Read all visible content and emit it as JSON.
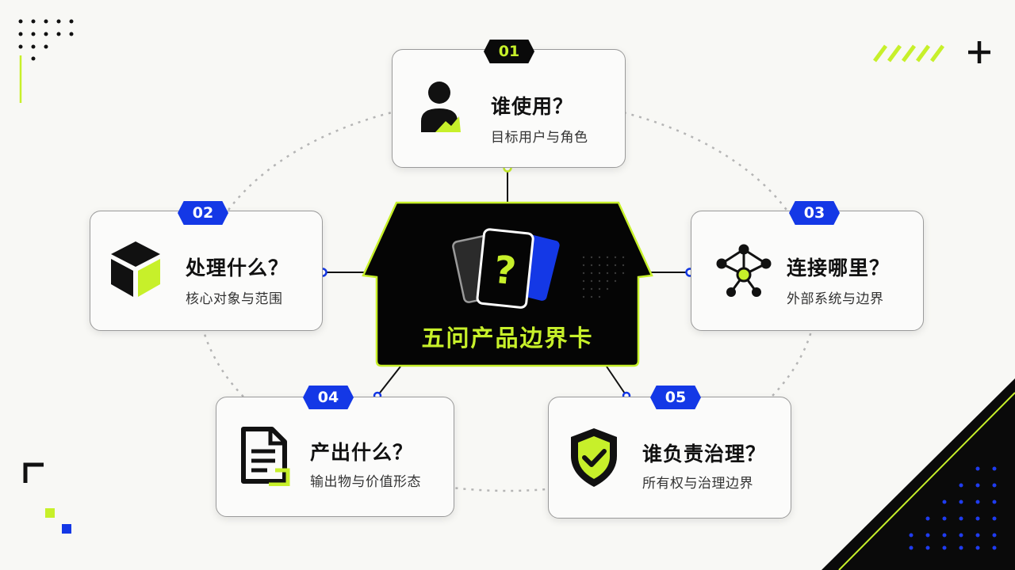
{
  "center": {
    "title": "五问产品边界卡",
    "icon": "question-cards-icon"
  },
  "questions": [
    {
      "number": "01",
      "title": "谁使用？",
      "subtitle": "目标用户与角色",
      "icon": "user-icon"
    },
    {
      "number": "02",
      "title": "处理什么？",
      "subtitle": "核心对象与范围",
      "icon": "cube-icon"
    },
    {
      "number": "03",
      "title": "连接哪里？",
      "subtitle": "外部系统与边界",
      "icon": "network-icon"
    },
    {
      "number": "04",
      "title": "产出什么？",
      "subtitle": "输出物与价值形态",
      "icon": "document-icon"
    },
    {
      "number": "05",
      "title": "谁负责治理？",
      "subtitle": "所有权与治理边界",
      "icon": "shield-check-icon"
    }
  ],
  "colors": {
    "accent_lime": "#c7f02a",
    "accent_blue": "#1438e6",
    "dark": "#0a0a0a",
    "background": "#f8f8f5"
  }
}
